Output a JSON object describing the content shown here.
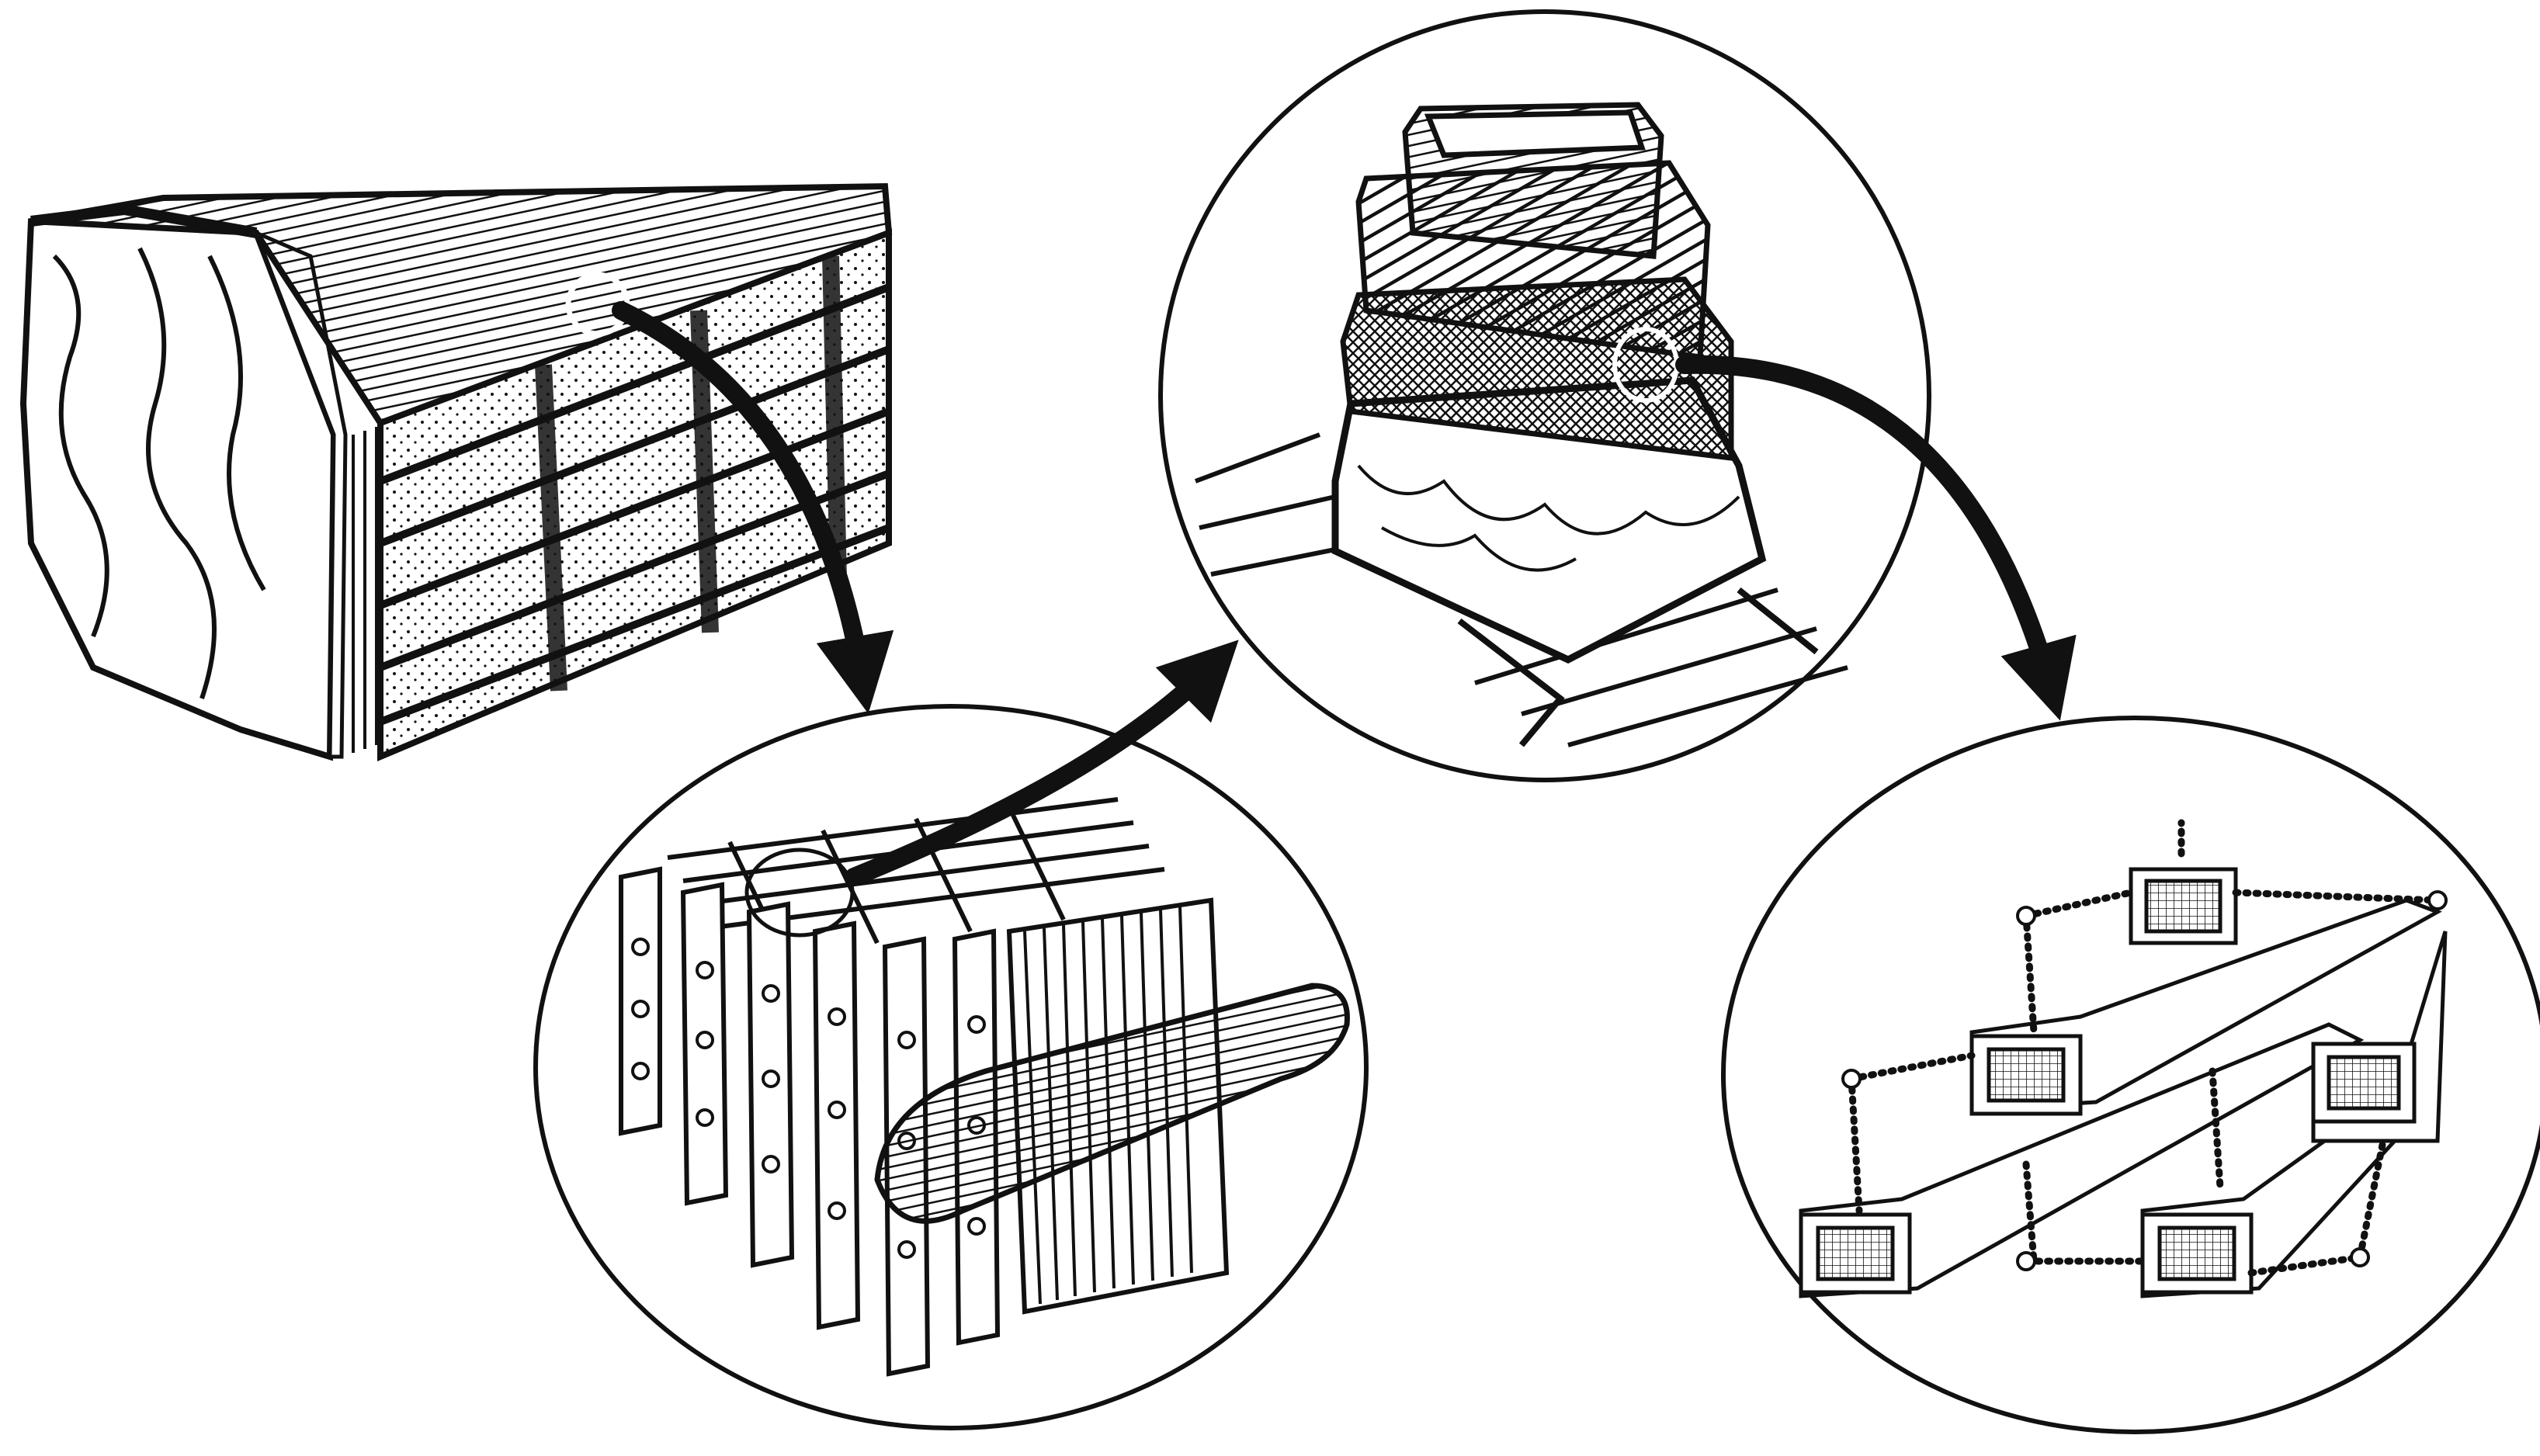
{
  "diagram": {
    "stages": [
      {
        "id": "wood-block"
      },
      {
        "id": "cell-structure"
      },
      {
        "id": "cell-wall-layers"
      },
      {
        "id": "cellulose-microfibrils"
      }
    ],
    "connections": [
      {
        "from": "wood-block",
        "to": "cell-structure"
      },
      {
        "from": "cell-structure",
        "to": "cell-wall-layers"
      },
      {
        "from": "cell-wall-layers",
        "to": "cellulose-microfibrils"
      }
    ]
  },
  "colors": {
    "ink": "#111111",
    "paper": "#ffffff"
  }
}
